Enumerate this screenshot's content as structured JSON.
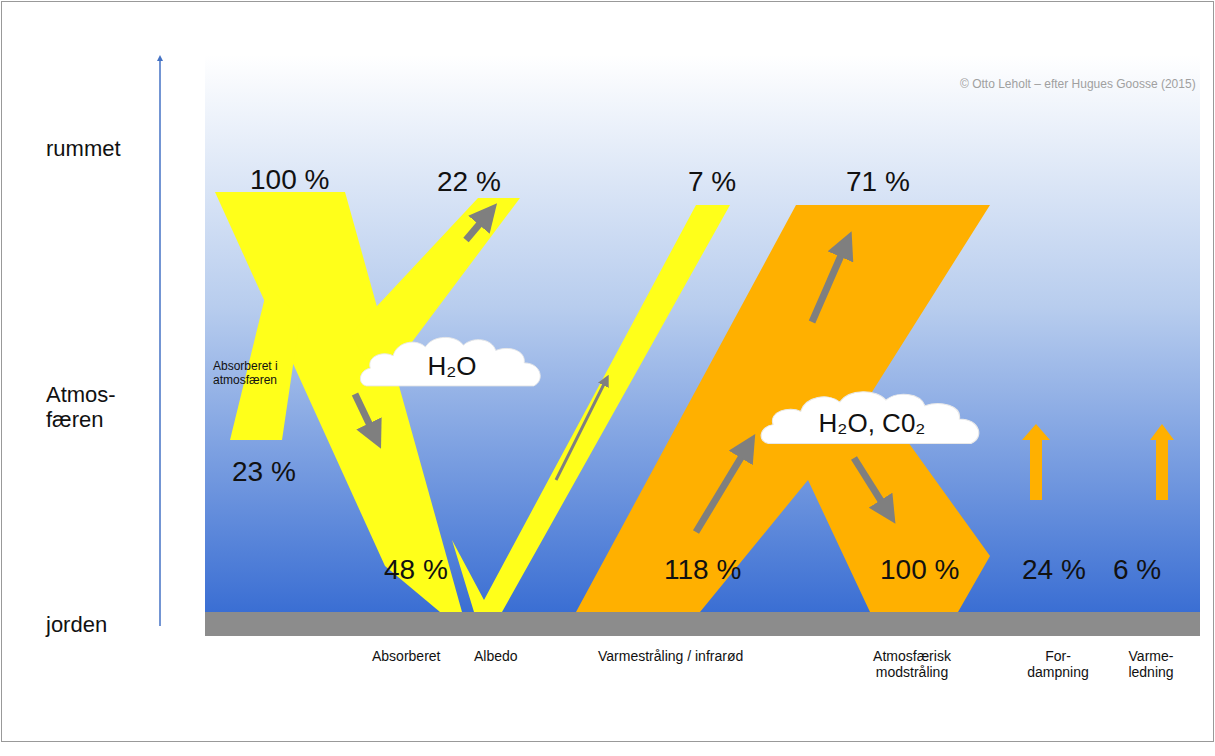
{
  "diagram": {
    "nodes": [
      {
        "text": [
          "H₂O"
        ]
      },
      {
        "text": [
          "H₂O, C0₂"
        ]
      }
    ],
    "labels": [
      "© Otto Leholt – efter Hugues Goosse (2015)",
      "rummet",
      "Atmos- færen",
      "jorden",
      "100 %",
      "22 %",
      "7 %",
      "71 %",
      "Absorberet i atmosfæren",
      "23 %",
      "48 %",
      "118 %",
      "100 %",
      "24 %",
      "6 %",
      "Absorberet",
      "Albedo",
      "Varmestråling / infrarød",
      "Atmosfærisk modstråling",
      "For- dampning",
      "Varme- ledning"
    ]
  }
}
